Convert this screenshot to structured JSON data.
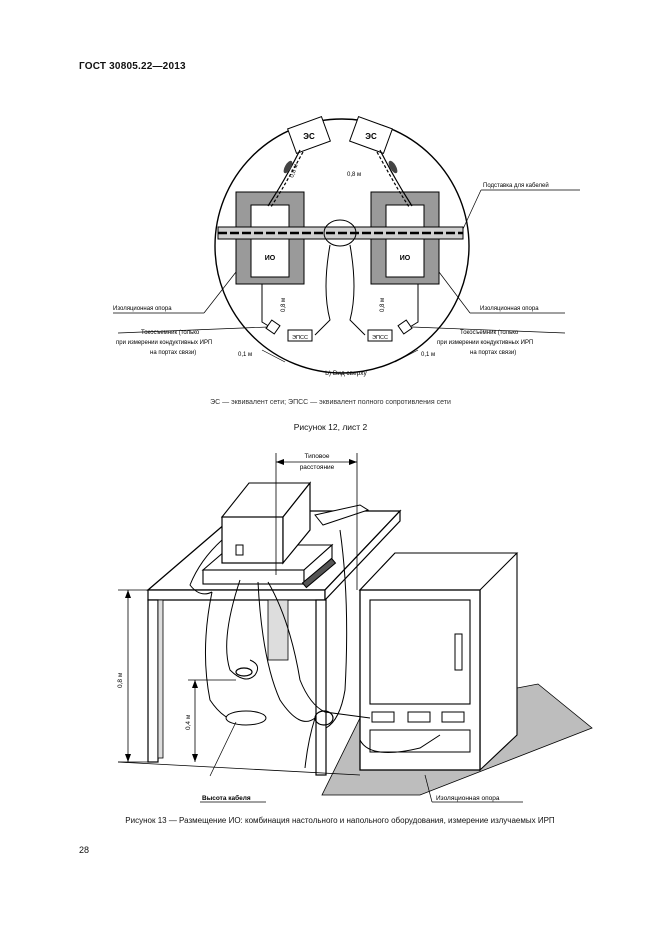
{
  "header": {
    "standard": "ГОСТ 30805.22—2013"
  },
  "figure12": {
    "labels": {
      "es_left": "ЭС",
      "es_right": "ЭС",
      "io_left": "ИО",
      "io_right": "ИО",
      "epss_left": "ЭПСС",
      "epss_right": "ЭПСС",
      "dist_top_left": "0,8 м",
      "dist_top_right": "0,8 м",
      "dist_vert_left": "0,8 м",
      "dist_vert_right": "0,8 м",
      "dist_small_left": "0,1 м",
      "dist_small_right": "0,1 м",
      "cable_support": "Подставка для кабелей",
      "iso_support_left": "Изоляционная опора",
      "iso_support_right": "Изоляционная опора",
      "current_probe_left_1": "Токосъемник (только",
      "current_probe_left_2": "при измерении кондуктивных ИРП",
      "current_probe_left_3": "на портах связи)",
      "current_probe_right_1": "Токосъемник (только",
      "current_probe_right_2": "при измерении кондуктивных ИРП",
      "current_probe_right_3": "на портах связи)",
      "view": "b) Вид сверху"
    },
    "legend": "ЭС — эквивалент сети; ЭПСС — эквивалент полного сопротивления сети",
    "caption": "Рисунок 12, лист 2"
  },
  "figure13": {
    "labels": {
      "typical_distance_1": "Типовое",
      "typical_distance_2": "расстояние",
      "height_08": "0,8 м",
      "height_04": "0,4 м",
      "cable_height": "Высота кабеля",
      "iso_support": "Изоляционная опора"
    },
    "caption": "Рисунок 13 — Размещение ИО: комбинация настольного и напольного оборудования, измерение излучаемых ИРП"
  },
  "page_number": "28"
}
